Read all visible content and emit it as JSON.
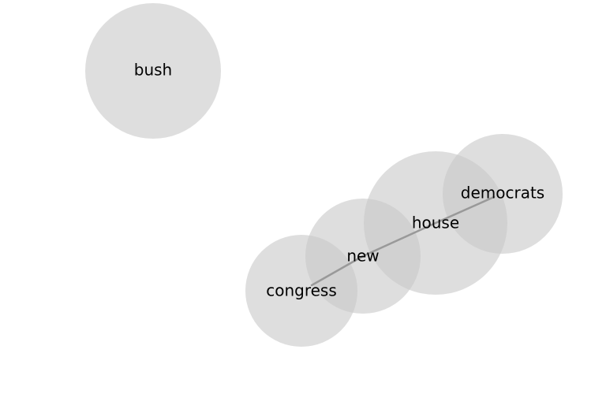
{
  "words": {
    "bush": "bush",
    "democrats": "democrats",
    "house": "house",
    "new": "new",
    "congress": "congress"
  },
  "links": [
    {
      "from": "congress",
      "to": "new"
    },
    {
      "from": "new",
      "to": "house"
    },
    {
      "from": "house",
      "to": "democrats"
    }
  ],
  "colors": {
    "bubble": "#c8c8c8",
    "link": "#999999",
    "text": "#000000",
    "background": "#ffffff"
  }
}
